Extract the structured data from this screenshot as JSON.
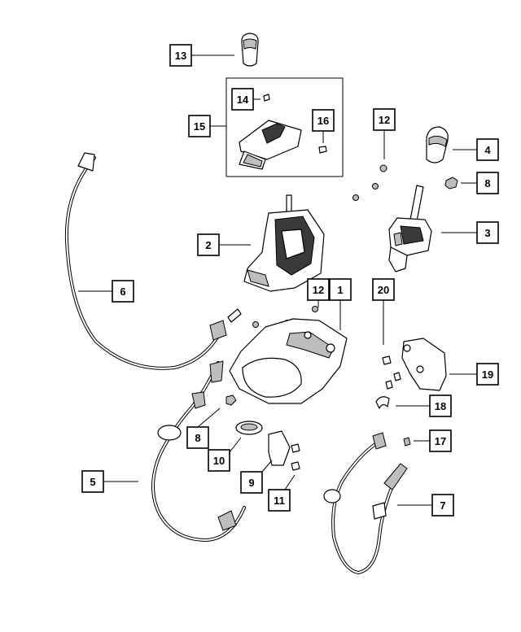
{
  "diagram": {
    "callouts": [
      {
        "id": "c1",
        "label": "1"
      },
      {
        "id": "c2",
        "label": "2"
      },
      {
        "id": "c3",
        "label": "3"
      },
      {
        "id": "c4",
        "label": "4"
      },
      {
        "id": "c5",
        "label": "5"
      },
      {
        "id": "c6",
        "label": "6"
      },
      {
        "id": "c7",
        "label": "7"
      },
      {
        "id": "c8a",
        "label": "8"
      },
      {
        "id": "c8b",
        "label": "8"
      },
      {
        "id": "c9",
        "label": "9"
      },
      {
        "id": "c10",
        "label": "10"
      },
      {
        "id": "c11",
        "label": "11"
      },
      {
        "id": "c12a",
        "label": "12"
      },
      {
        "id": "c12b",
        "label": "12"
      },
      {
        "id": "c13",
        "label": "13"
      },
      {
        "id": "c14",
        "label": "14"
      },
      {
        "id": "c15",
        "label": "15"
      },
      {
        "id": "c16",
        "label": "16"
      },
      {
        "id": "c17",
        "label": "17"
      },
      {
        "id": "c18",
        "label": "18"
      },
      {
        "id": "c19",
        "label": "19"
      },
      {
        "id": "c20",
        "label": "20"
      }
    ]
  }
}
